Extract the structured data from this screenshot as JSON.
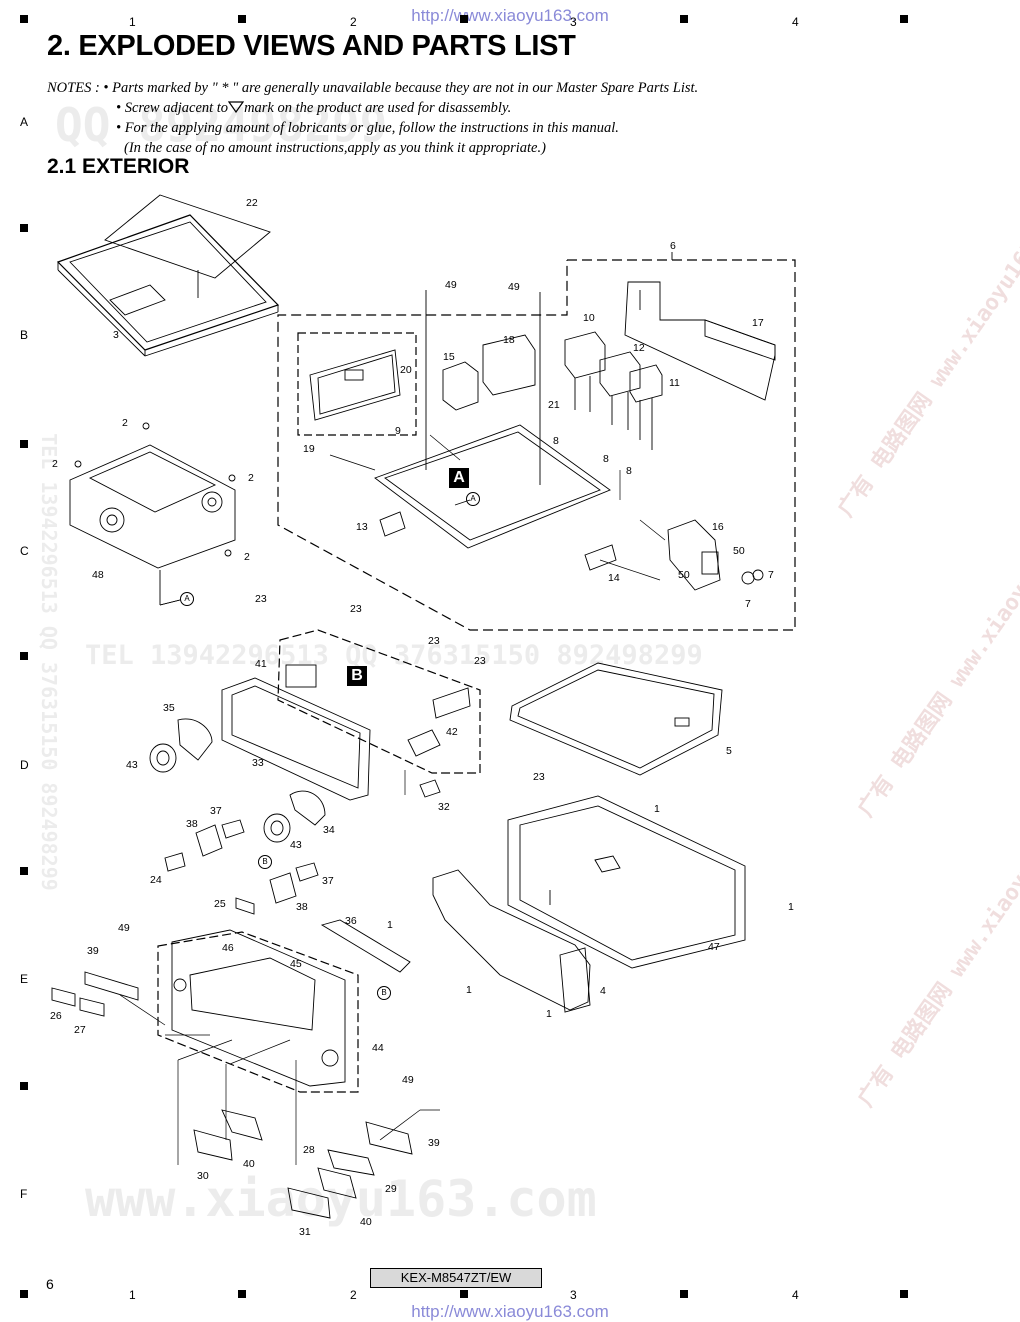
{
  "header_url": "http://www.xiaoyu163.com",
  "footer_url": "http://www.xiaoyu163.com",
  "title": "2. EXPLODED VIEWS AND PARTS LIST",
  "notes": {
    "lead": "NOTES :",
    "line1": "• Parts marked by  \" * \"  are generally unavailable because they are not in our Master Spare Parts List.",
    "line2": "• Screw adjacent to",
    "line2b": "mark on the product are used for disassembly.",
    "line3": "• For the applying amount of lobricants or glue, follow the instructions in this manual.",
    "line4": "(In the case of no amount instructions,apply as you think it appropriate.)"
  },
  "section_title": "2.1  EXTERIOR",
  "grid": {
    "columns": [
      "1",
      "2",
      "3",
      "4"
    ],
    "rows": [
      "A",
      "B",
      "C",
      "D",
      "E",
      "F"
    ]
  },
  "blocks": {
    "a": "A",
    "b": "B"
  },
  "connectors": {
    "a": "A",
    "b": "B"
  },
  "parts": {
    "p1": "1",
    "p2": "2",
    "p3": "3",
    "p4": "4",
    "p5": "5",
    "p6": "6",
    "p7": "7",
    "p8": "8",
    "p9": "9",
    "p10": "10",
    "p11": "11",
    "p12": "12",
    "p13": "13",
    "p14": "14",
    "p15": "15",
    "p16": "16",
    "p17": "17",
    "p18": "18",
    "p19": "19",
    "p20": "20",
    "p21": "21",
    "p22": "22",
    "p23": "23",
    "p24": "24",
    "p25": "25",
    "p26": "26",
    "p27": "27",
    "p28": "28",
    "p29": "29",
    "p30": "30",
    "p31": "31",
    "p32": "32",
    "p33": "33",
    "p34": "34",
    "p35": "35",
    "p36": "36",
    "p37": "37",
    "p38": "38",
    "p39": "39",
    "p40": "40",
    "p41": "41",
    "p42": "42",
    "p43": "43",
    "p44": "44",
    "p45": "45",
    "p46": "46",
    "p47": "47",
    "p48": "48",
    "p49": "49",
    "p50": "50"
  },
  "watermarks": {
    "qq": "QQ 892498299",
    "tel": "TEL 13942296513  QQ 376315150  892498299",
    "www": "www.xiaoyu163.com",
    "vert": "TEL 13942296513  QQ 376315150  892498299",
    "diag": "广有 电路图网 www.xiaoyu163.com"
  },
  "footer": {
    "page_number": "6",
    "model": "KEX-M8547ZT/EW"
  }
}
